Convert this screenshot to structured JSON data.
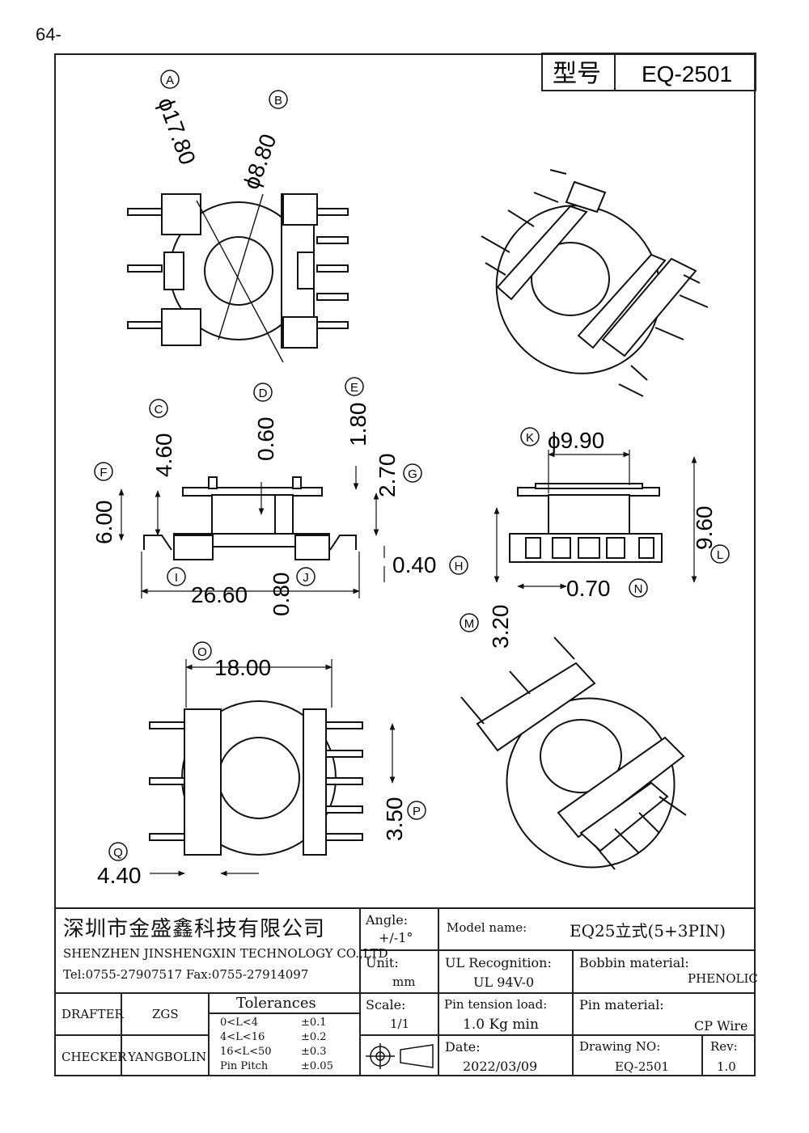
{
  "page_number": "64-",
  "header": {
    "type_label": "型号",
    "model": "EQ-2501"
  },
  "dims": {
    "A": "ϕ17.80",
    "B": "ϕ8.80",
    "C": "4.60",
    "D": "0.60",
    "E": "1.80",
    "F": "6.00",
    "G": "2.70",
    "H": "0.40",
    "I": "26.60",
    "J": "0.80",
    "K": "ϕ9.90",
    "L": "9.60",
    "M": "3.20",
    "N": "0.70",
    "O": "18.00",
    "P": "3.50",
    "Q": "4.40"
  },
  "title_block": {
    "company_cn": "深圳市金盛鑫科技有限公司",
    "company_en": "SHENZHEN JINSHENGXIN TECHNOLOGY CO.,LTD",
    "contact": "Tel:0755-27907517  Fax:0755-27914097",
    "angle_label": "Angle:",
    "angle_value": "+/-1°",
    "unit_label": "Unit:",
    "unit_value": "mm",
    "scale_label": "Scale:",
    "scale_value": "1/1",
    "model_label": "Model name:",
    "model_value": "EQ25立式(5+3PIN)",
    "ul_label": "UL Recognition:",
    "ul_value": "UL 94V-0",
    "bobbin_label": "Bobbin material:",
    "bobbin_value": "PHENOLIC",
    "pin_tension_label": "Pin tension load:",
    "pin_tension_value": "1.0 Kg min",
    "pin_material_label": "Pin material:",
    "pin_material_value": "CP Wire",
    "date_label": "Date:",
    "date_value": "2022/03/09",
    "drawing_label": "Drawing NO:",
    "drawing_value": "EQ-2501",
    "rev_label": "Rev:",
    "rev_value": "1.0",
    "drafter_label": "DRAFTER",
    "drafter_value": "ZGS",
    "checker_label": "CHECKER",
    "checker_value": "YANGBOLIN",
    "tolerances_title": "Tolerances",
    "tolerances": [
      {
        "range": "0<L<4",
        "value": "±0.1"
      },
      {
        "range": "4<L<16",
        "value": "±0.2"
      },
      {
        "range": "16<L<50",
        "value": "±0.3"
      },
      {
        "range": "Pin Pitch",
        "value": "±0.05"
      }
    ]
  }
}
